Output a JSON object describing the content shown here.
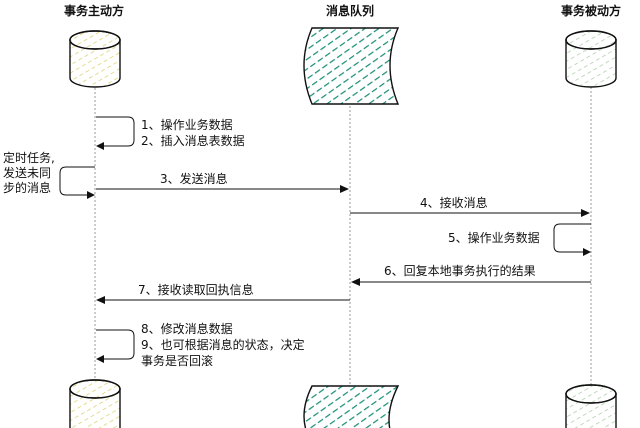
{
  "participants": {
    "initiator": "事务主动方",
    "queue": "消息队列",
    "passive": "事务被动方"
  },
  "colors": {
    "initiator_hatch": "#d9cc66",
    "queue_hatch": "#1d8f78",
    "passive_hatch": "#a8c9a3"
  },
  "messages": {
    "m1": "1、操作业务数据",
    "m2": "2、插入消息表数据",
    "m3": "3、发送消息",
    "m4": "4、接收消息",
    "m5": "5、操作业务数据",
    "m6": "6、回复本地事务执行的结果",
    "m7": "7、接收读取回执信息",
    "m8": "8、修改消息数据",
    "m9a": "9、也可根据消息的状态，决定",
    "m9b": "事务是否回滚"
  },
  "note": {
    "line1": "定时任务,",
    "line2": "发送未同",
    "line3": "步的消息"
  }
}
